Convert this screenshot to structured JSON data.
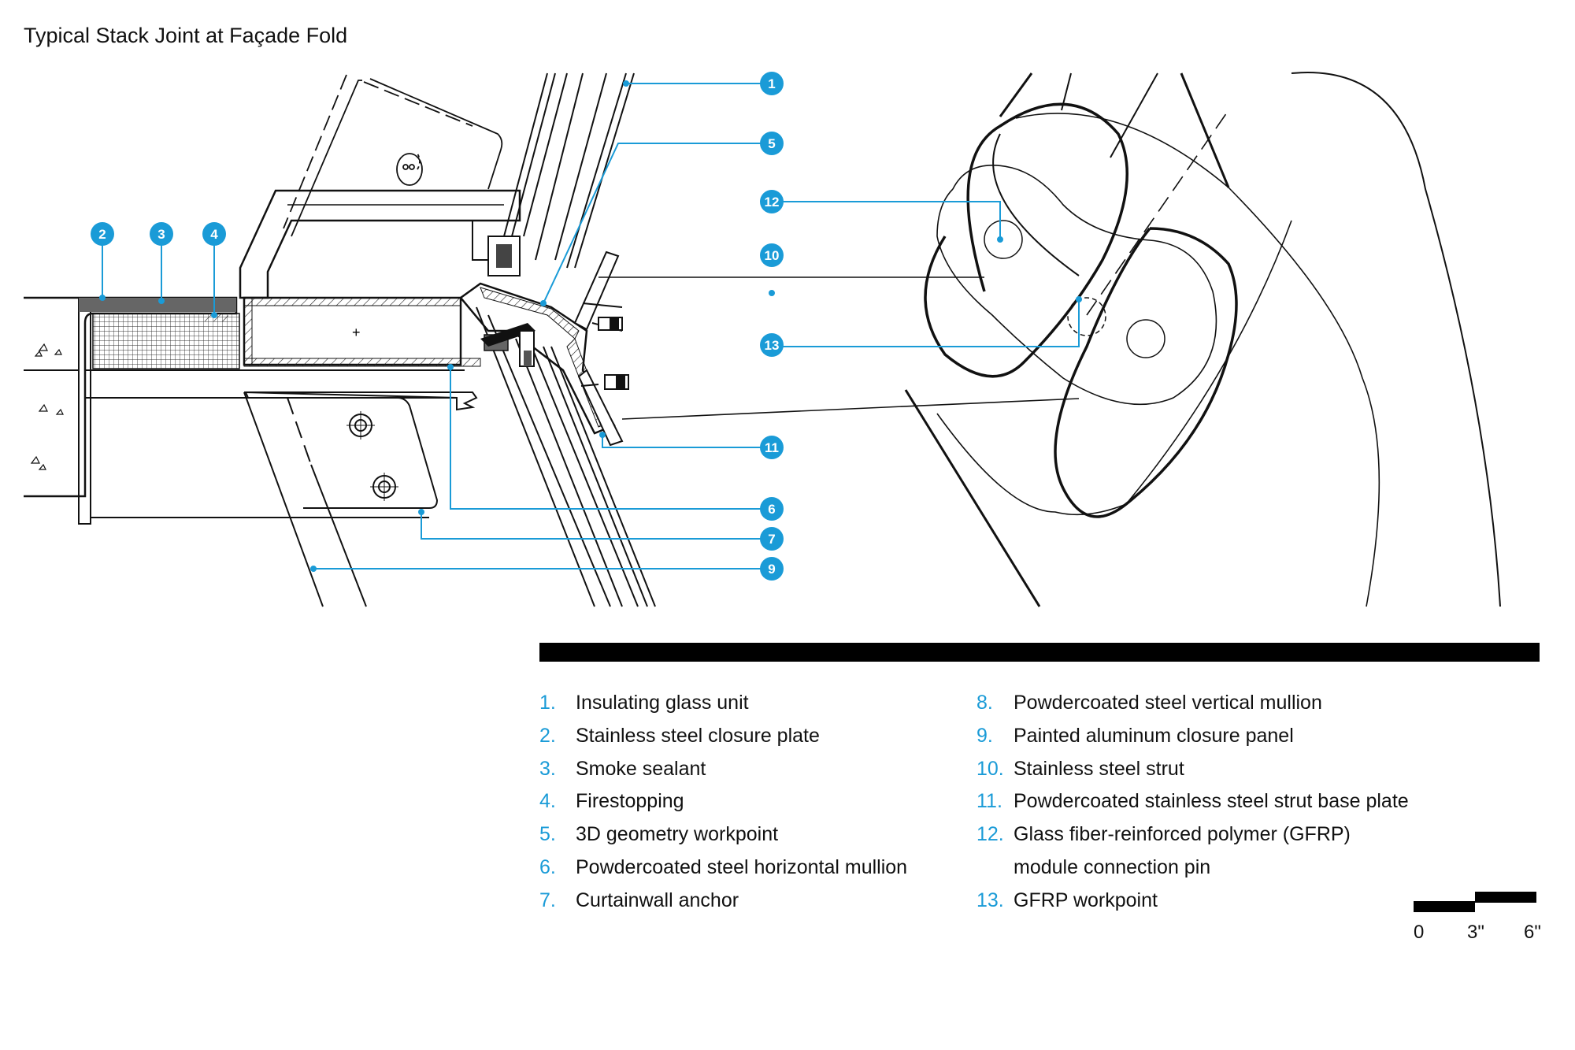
{
  "title": "Typical Stack Joint at Façade Fold",
  "callouts": [
    "1",
    "2",
    "3",
    "4",
    "5",
    "6",
    "7",
    "9",
    "10",
    "11",
    "12",
    "13"
  ],
  "legend_left": [
    {
      "num": "1.",
      "text": "Insulating glass unit"
    },
    {
      "num": "2.",
      "text": "Stainless steel closure plate"
    },
    {
      "num": "3.",
      "text": "Smoke sealant"
    },
    {
      "num": "4.",
      "text": "Firestopping"
    },
    {
      "num": "5.",
      "text": "3D geometry workpoint"
    },
    {
      "num": "6.",
      "text": "Powdercoated steel horizontal mullion"
    },
    {
      "num": "7.",
      "text": "Curtainwall anchor"
    }
  ],
  "legend_right": [
    {
      "num": "8.",
      "text": "Powdercoated steel vertical mullion"
    },
    {
      "num": "9.",
      "text": "Painted aluminum closure panel"
    },
    {
      "num": "10.",
      "text": "Stainless steel strut"
    },
    {
      "num": "11.",
      "text": "Powdercoated stainless steel strut base plate"
    },
    {
      "num": "12.",
      "text": "Glass fiber-reinforced polymer (GFRP)"
    },
    {
      "num": "",
      "text": "module connection pin"
    },
    {
      "num": "13.",
      "text": "GFRP workpoint"
    }
  ],
  "scale": {
    "labels": [
      "0",
      "3\"",
      "6\""
    ]
  },
  "colors": {
    "accent": "#1a9bd7",
    "ink": "#111111"
  }
}
